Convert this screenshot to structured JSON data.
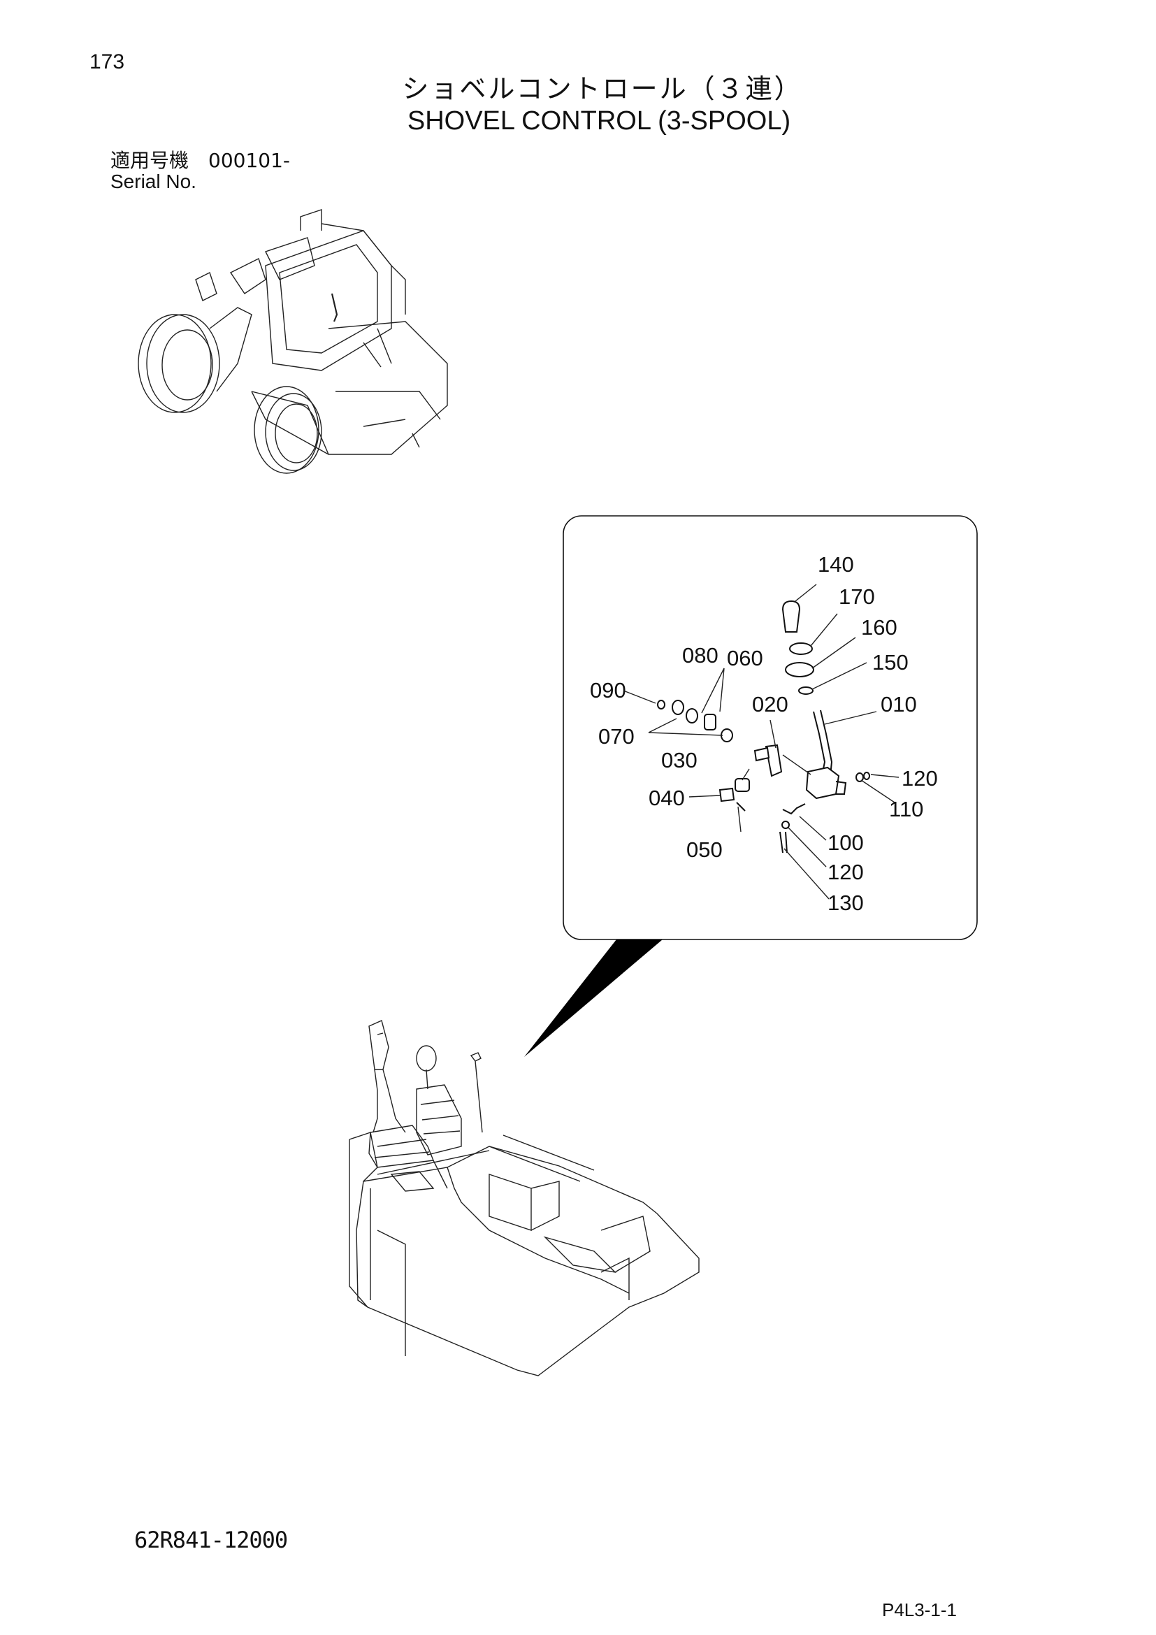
{
  "header": {
    "page_number": "173",
    "title_jp": "ショベルコントロール（３連）",
    "title_en": "SHOVEL CONTROL (3-SPOOL)",
    "serial_label_jp": "適用号機　000101-",
    "serial_label_en": "Serial No."
  },
  "callout": {
    "labels": {
      "p140": "140",
      "p170": "170",
      "p160": "160",
      "p150": "150",
      "p080": "080",
      "p060": "060",
      "p090": "090",
      "p020": "020",
      "p010": "010",
      "p070": "070",
      "p030": "030",
      "p120a": "120",
      "p040": "040",
      "p110": "110",
      "p100": "100",
      "p050": "050",
      "p120b": "120",
      "p130": "130"
    }
  },
  "footer": {
    "part_code": "62R841-12000",
    "page_ref": "P4L3-1-1"
  }
}
